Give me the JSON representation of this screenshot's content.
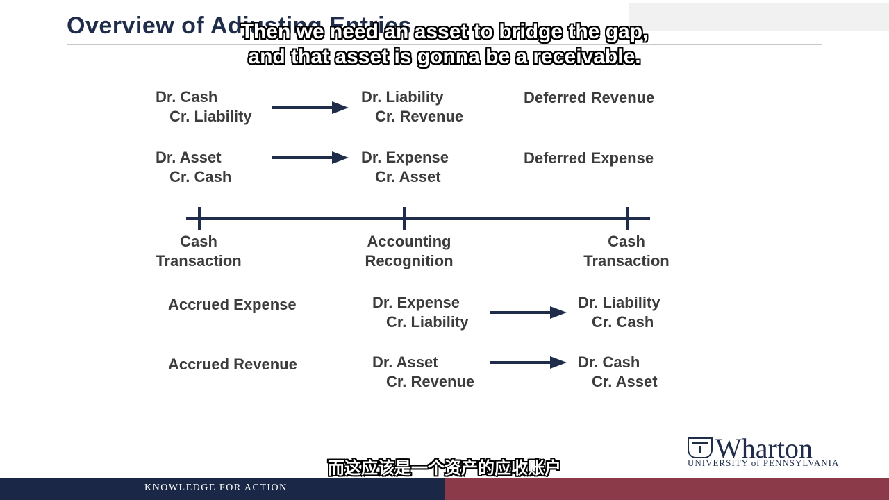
{
  "slide": {
    "title": "Overview of Adjusting Entries",
    "subtitle_en_line1": "Then we need an asset to bridge the gap,",
    "subtitle_en_line2": "and that asset is gonna be a receivable.",
    "subtitle_zh": "而这应该是一个资产的应收账户"
  },
  "deferred_rows": [
    {
      "first_line1": "Dr. Cash",
      "first_line2": "Cr. Liability",
      "second_line1": "Dr. Liability",
      "second_line2": "Cr. Revenue",
      "label": "Deferred Revenue"
    },
    {
      "first_line1": "Dr. Asset",
      "first_line2": "Cr. Cash",
      "second_line1": "Dr. Expense",
      "second_line2": "Cr. Asset",
      "label": "Deferred Expense"
    }
  ],
  "timeline": {
    "left_line1": "Cash",
    "left_line2": "Transaction",
    "middle_line1": "Accounting",
    "middle_line2": "Recognition",
    "right_line1": "Cash",
    "right_line2": "Transaction"
  },
  "accrued_rows": [
    {
      "label": "Accrued Expense",
      "first_line1": "Dr. Expense",
      "first_line2": "Cr. Liability",
      "second_line1": "Dr. Liability",
      "second_line2": "Cr. Cash"
    },
    {
      "label": "Accrued Revenue",
      "first_line1": "Dr. Asset",
      "first_line2": "Cr. Revenue",
      "second_line1": "Dr. Cash",
      "second_line2": "Cr. Asset"
    }
  ],
  "branding": {
    "logo_name": "Wharton",
    "logo_subtitle": "UNIVERSITY of PENNSYLVANIA",
    "footer_tagline": "KNOWLEDGE FOR ACTION",
    "navy": "#1a2746",
    "burgundy": "#8a3a48"
  }
}
